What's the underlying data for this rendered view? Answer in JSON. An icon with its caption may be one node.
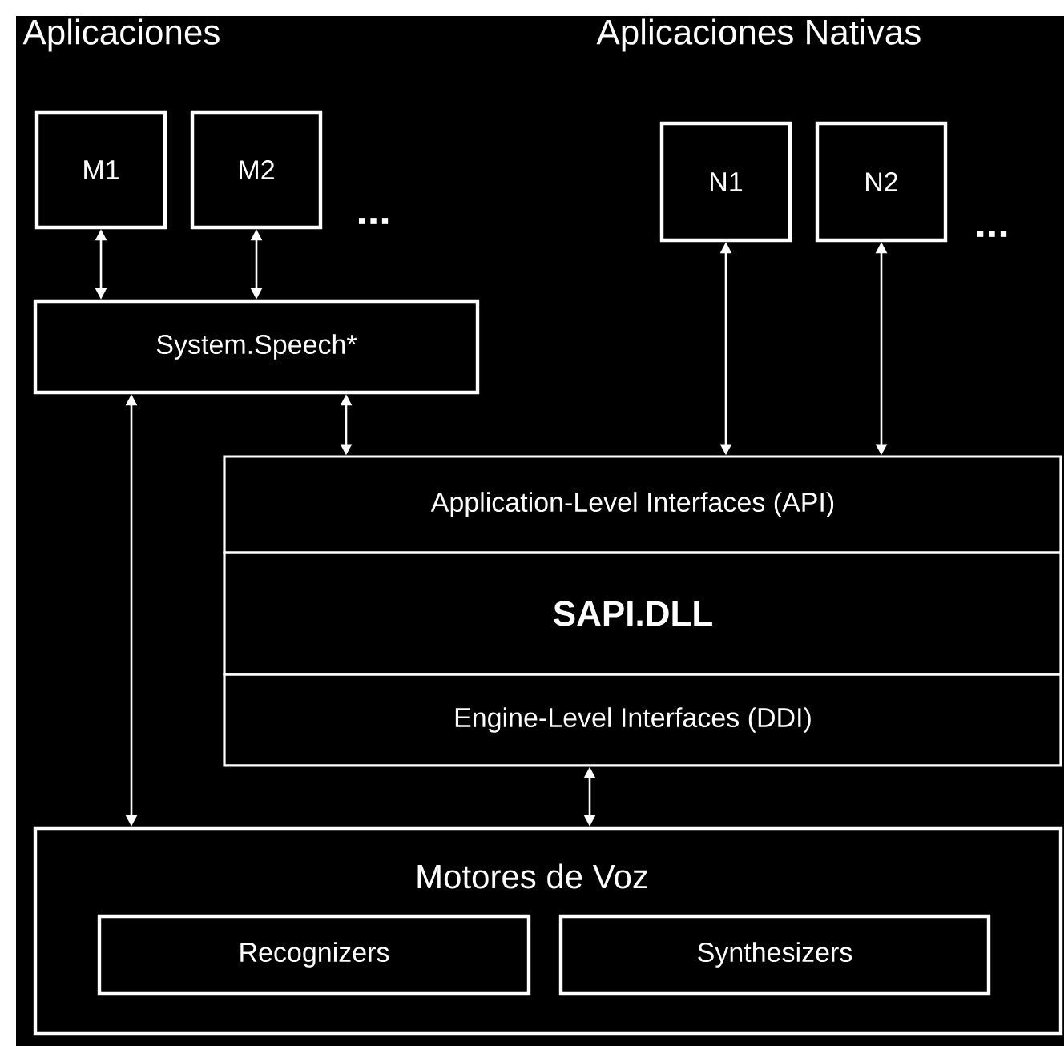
{
  "diagram": {
    "nodes": [
      {
        "text": [
          "M1"
        ]
      },
      {
        "text": [
          "M2"
        ]
      },
      {
        "text": [
          "N1"
        ]
      },
      {
        "text": [
          "N2"
        ]
      },
      {
        "text": [
          "System.Speech*"
        ]
      },
      {
        "text": [
          "Application-Level Interfaces (API)"
        ]
      },
      {
        "text": [
          "**SAPI.DLL**"
        ]
      },
      {
        "text": [
          "Engine-Level Interfaces (DDI)"
        ]
      },
      {
        "text": [
          "Motores de Voz"
        ]
      },
      {
        "text": [
          "Recognizers"
        ],
        "in": 8
      },
      {
        "text": [
          "Synthesizers"
        ],
        "in": 8
      }
    ],
    "edges": [
      {
        "from": 0,
        "to": 4,
        "arrow": "both"
      },
      {
        "from": 1,
        "to": 4,
        "arrow": "both"
      },
      {
        "from": 2,
        "to": 5,
        "arrow": "both"
      },
      {
        "from": 3,
        "to": 5,
        "arrow": "both"
      },
      {
        "from": 4,
        "to": 5,
        "arrow": "both"
      },
      {
        "from": 4,
        "to": 8,
        "arrow": "both"
      },
      {
        "from": 7,
        "to": 8,
        "arrow": "both"
      }
    ],
    "labels": [
      "Aplicaciones",
      "Aplicaciones Nativas",
      "...",
      "..."
    ]
  }
}
